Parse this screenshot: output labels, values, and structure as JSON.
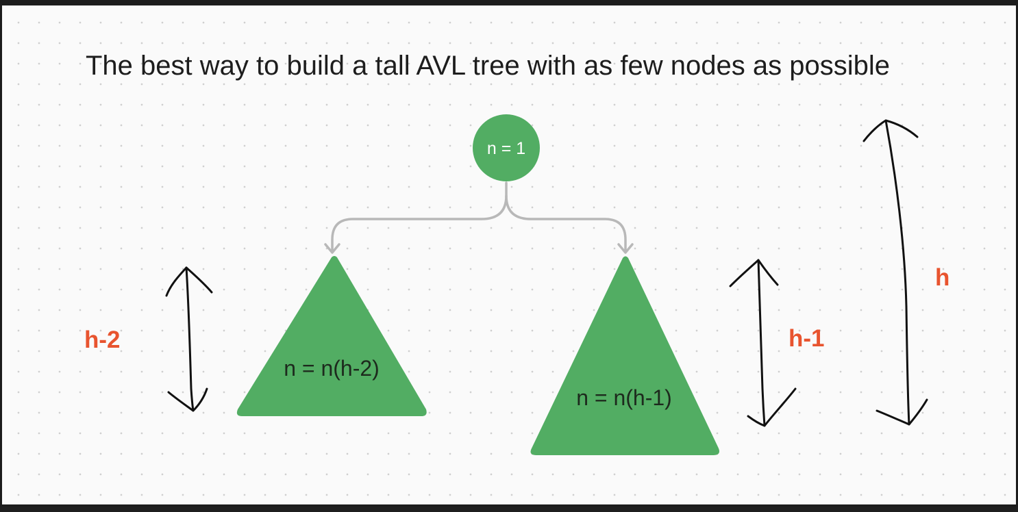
{
  "title": "The best way to build a tall AVL tree with as few nodes as possible",
  "root_node": {
    "label": "n = 1"
  },
  "left_subtree": {
    "label": "n = n(h-2)",
    "height_label": "h-2"
  },
  "right_subtree": {
    "label": "n = n(h-1)",
    "height_label": "h-1"
  },
  "total_height_label": "h",
  "colors": {
    "node_green": "#52ad63",
    "height_label_orange": "#e8542f",
    "connector_gray": "#b8b8b8",
    "ink_black": "#111111",
    "canvas": "#fafafa"
  }
}
